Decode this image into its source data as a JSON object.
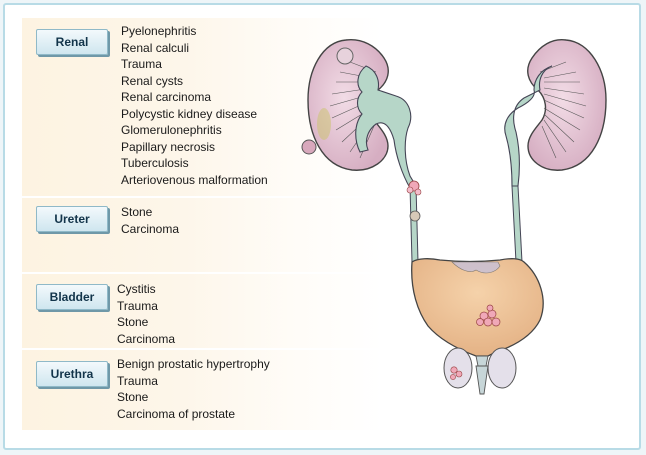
{
  "sections": [
    {
      "id": "renal",
      "label": "Renal",
      "causes": [
        "Pyelonephritis",
        "Renal calculi",
        "Trauma",
        "Renal cysts",
        "Renal carcinoma",
        "Polycystic kidney disease",
        "Glomerulonephritis",
        "Papillary necrosis",
        "Tuberculosis",
        "Arteriovenous malformation"
      ]
    },
    {
      "id": "ureter",
      "label": "Ureter",
      "causes": [
        "Stone",
        "Carcinoma"
      ]
    },
    {
      "id": "bladder",
      "label": "Bladder",
      "causes": [
        "Cystitis",
        "Trauma",
        "Stone",
        "Carcinoma"
      ]
    },
    {
      "id": "urethra",
      "label": "Urethra",
      "causes": [
        "Benign prostatic hypertrophy",
        "Trauma",
        "Stone",
        "Carcinoma of prostate"
      ]
    }
  ],
  "colors": {
    "kidney_fill": "#e6c8d6",
    "collecting_system": "#b6d6c8",
    "bladder_fill": "#efc49a",
    "outline": "#444444"
  },
  "icons": [
    "kidney-illustration",
    "ureter-illustration",
    "bladder-illustration",
    "prostate-illustration"
  ]
}
